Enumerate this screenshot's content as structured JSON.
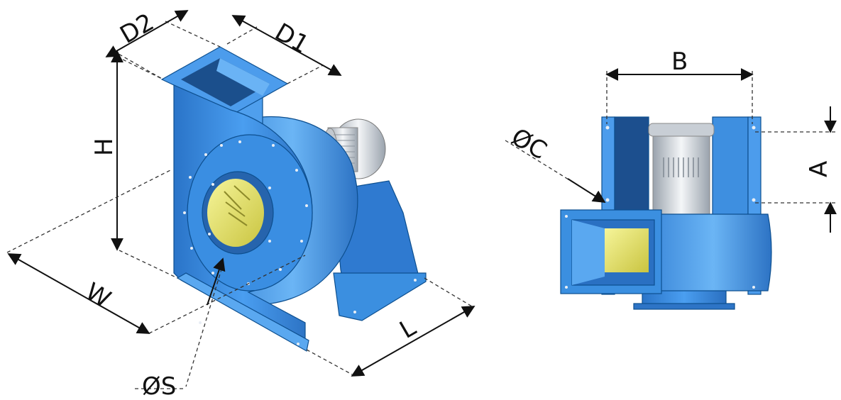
{
  "labels": {
    "d2": "D2",
    "d1": "D1",
    "h": "H",
    "w": "W",
    "l": "L",
    "s": "ØS",
    "b": "B",
    "c": "ØC",
    "a": "A"
  },
  "colors": {
    "body": "#3b8fe0",
    "body_dark": "#1f63b3",
    "body_light": "#6fb4f2",
    "inlet_yellow": "#f1f07a",
    "motor": "#d9dde2"
  }
}
